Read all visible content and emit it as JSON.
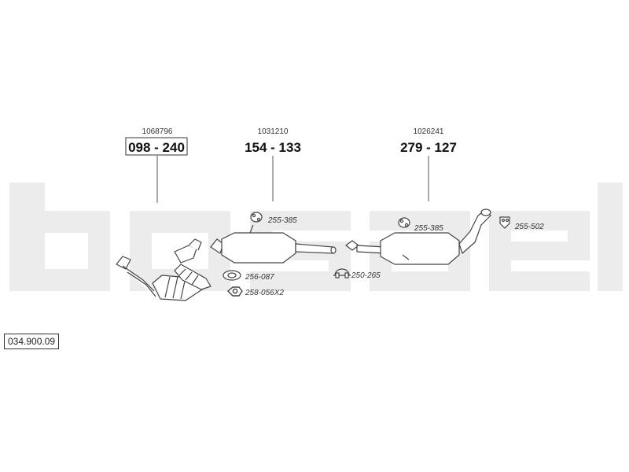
{
  "catalog_number": "034.900.09",
  "watermark": {
    "text": "bosal",
    "color": "#ececec"
  },
  "main_parts": [
    {
      "ref": "1068796",
      "number": "098 - 240",
      "boxed": true
    },
    {
      "ref": "1031210",
      "number": "154 - 133",
      "boxed": false
    },
    {
      "ref": "1026241",
      "number": "279 - 127",
      "boxed": false
    }
  ],
  "small_parts": [
    {
      "number": "255-385",
      "icon": "rubber-hanger-icon"
    },
    {
      "number": "256-087",
      "icon": "gasket-icon"
    },
    {
      "number": "258-056X2",
      "icon": "nut-icon"
    },
    {
      "number": "255-385",
      "icon": "rubber-hanger-icon"
    },
    {
      "number": "250-265",
      "icon": "clamp-icon"
    },
    {
      "number": "255-502",
      "icon": "bracket-icon"
    }
  ]
}
